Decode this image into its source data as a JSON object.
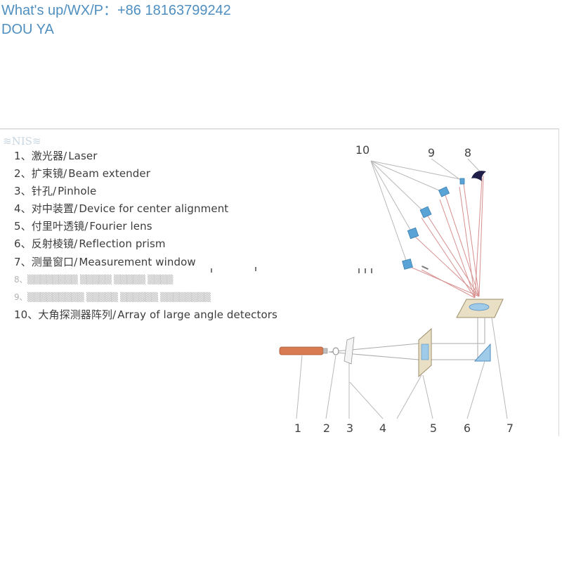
{
  "contact": {
    "line1": "What's up/WX/P：+86 18163799242",
    "line2": "DOU YA"
  },
  "colors": {
    "contact_text": "#4f8fc0",
    "laser": "#d97b52",
    "detector": "#5aa3d6",
    "beam": "#c96a6a",
    "line": "#b0b0b0"
  },
  "legend": [
    {
      "num": "1、",
      "zh": "激光器",
      "en": "Laser"
    },
    {
      "num": "2、",
      "zh": "扩束镜",
      "en": "Beam extender"
    },
    {
      "num": "3、",
      "zh": "针孔",
      "en": "Pinhole"
    },
    {
      "num": "4、",
      "zh": "对中装置",
      "en": "Device for center alignment"
    },
    {
      "num": "5、",
      "zh": "付里叶透镜",
      "en": "Fourier lens"
    },
    {
      "num": "6、",
      "zh": "反射棱镜",
      "en": "Reflection prism"
    },
    {
      "num": "7、",
      "zh": "测量窗口",
      "en": "Measurement window"
    },
    {
      "num": "10、",
      "zh": "大角探测器阵列",
      "en": "Array of large angle detectors"
    }
  ],
  "callouts": {
    "c1": "1",
    "c2": "2",
    "c3": "3",
    "c4": "4",
    "c5": "5",
    "c6": "6",
    "c7": "7",
    "c8": "8",
    "c9": "9",
    "c10": "10"
  }
}
